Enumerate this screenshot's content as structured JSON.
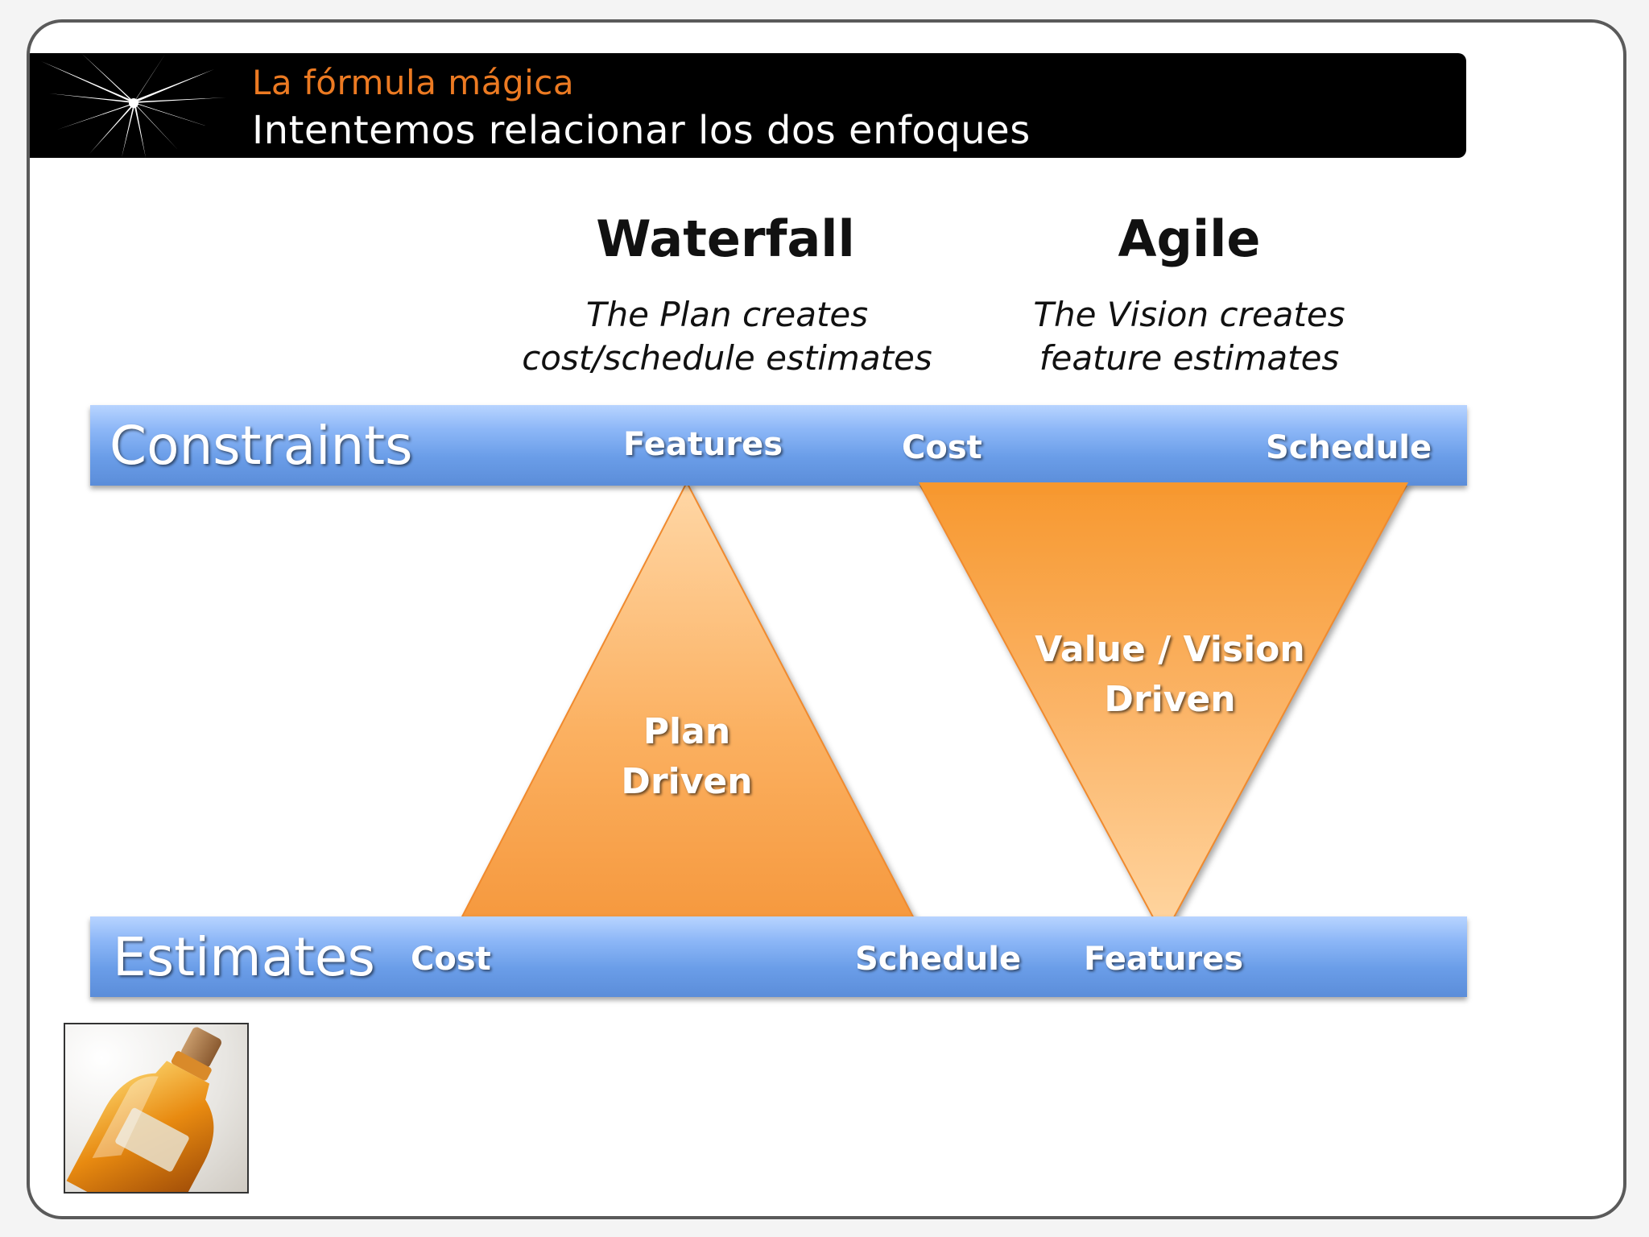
{
  "header": {
    "title": "La fórmula mágica",
    "subtitle": "Intentemos relacionar los dos enfoques"
  },
  "columns": {
    "waterfall": {
      "heading": "Waterfall",
      "desc_line1": "The Plan creates",
      "desc_line2": "cost/schedule estimates"
    },
    "agile": {
      "heading": "Agile",
      "desc_line1": "The Vision creates",
      "desc_line2": "feature estimates"
    }
  },
  "constraints_band": {
    "label": "Constraints",
    "features": "Features",
    "cost": "Cost",
    "schedule": "Schedule"
  },
  "estimates_band": {
    "label": "Estimates",
    "cost": "Cost",
    "schedule": "Schedule",
    "features": "Features"
  },
  "triangles": {
    "plan": {
      "line1": "Plan",
      "line2": "Driven"
    },
    "value": {
      "line1": "Value / Vision",
      "line2": "Driven"
    }
  },
  "colors": {
    "accent": "#ec7a22",
    "triangle_light": "#ffc98a",
    "triangle_dark": "#f59a3c",
    "band_top": "#b8d4ff",
    "band_bottom": "#5b8dd9"
  },
  "icons": {
    "burst": "sunburst-icon",
    "photo": "potion-bottle-photo"
  }
}
